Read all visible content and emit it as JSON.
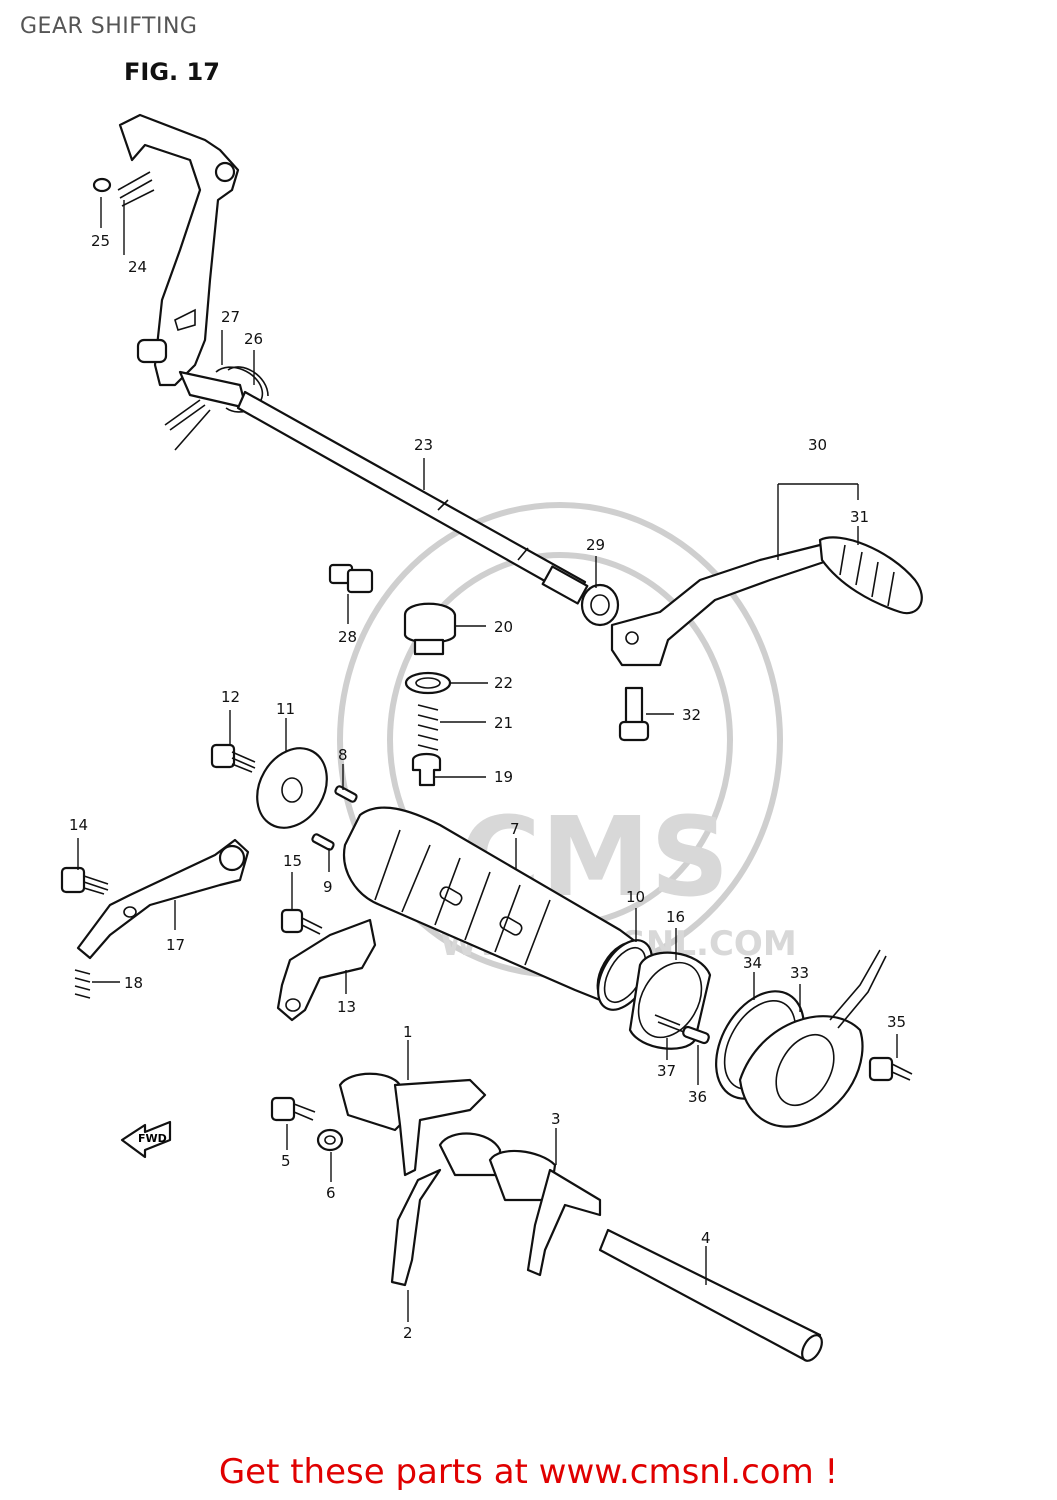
{
  "header": {
    "title": "GEAR SHIFTING"
  },
  "figure": {
    "label": "FIG. 17"
  },
  "fwd_arrow": {
    "label": "FWD"
  },
  "watermark": {
    "text": "CMS",
    "url_text": "WWW.CMSNL.COM"
  },
  "callouts": [
    "1",
    "2",
    "3",
    "4",
    "5",
    "6",
    "7",
    "8",
    "9",
    "10",
    "11",
    "12",
    "13",
    "14",
    "15",
    "16",
    "17",
    "18",
    "19",
    "20",
    "21",
    "22",
    "23",
    "24",
    "25",
    "26",
    "27",
    "28",
    "29",
    "30",
    "31",
    "32",
    "33",
    "34",
    "35",
    "36",
    "37"
  ],
  "footer": {
    "text": "Get these parts at www.cmsnl.com !"
  },
  "colors": {
    "footer": "#e00000",
    "title": "#555555",
    "line": "#111111",
    "watermark": "#d8d8d8"
  }
}
